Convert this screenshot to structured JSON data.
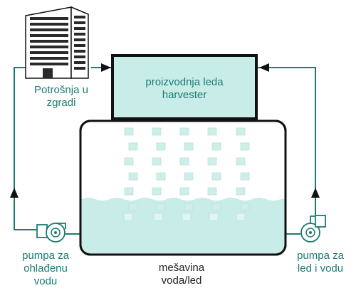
{
  "labels": {
    "harvester": "proizvodnja leda\nharvester",
    "building": "Potrošnja u\nzgradi",
    "left_pump": "pumpa za\nohlađenu\nvodu",
    "right_pump": "pumpa za\nled i vodu",
    "mixture": "mešavina\nvoda/led"
  },
  "colors": {
    "teal": "#1b7c72",
    "water": "#c8ece8",
    "ice": "#cdeee9",
    "outline": "#111111"
  },
  "icons": [
    "building-icon",
    "left-pump-icon",
    "right-pump-icon"
  ]
}
